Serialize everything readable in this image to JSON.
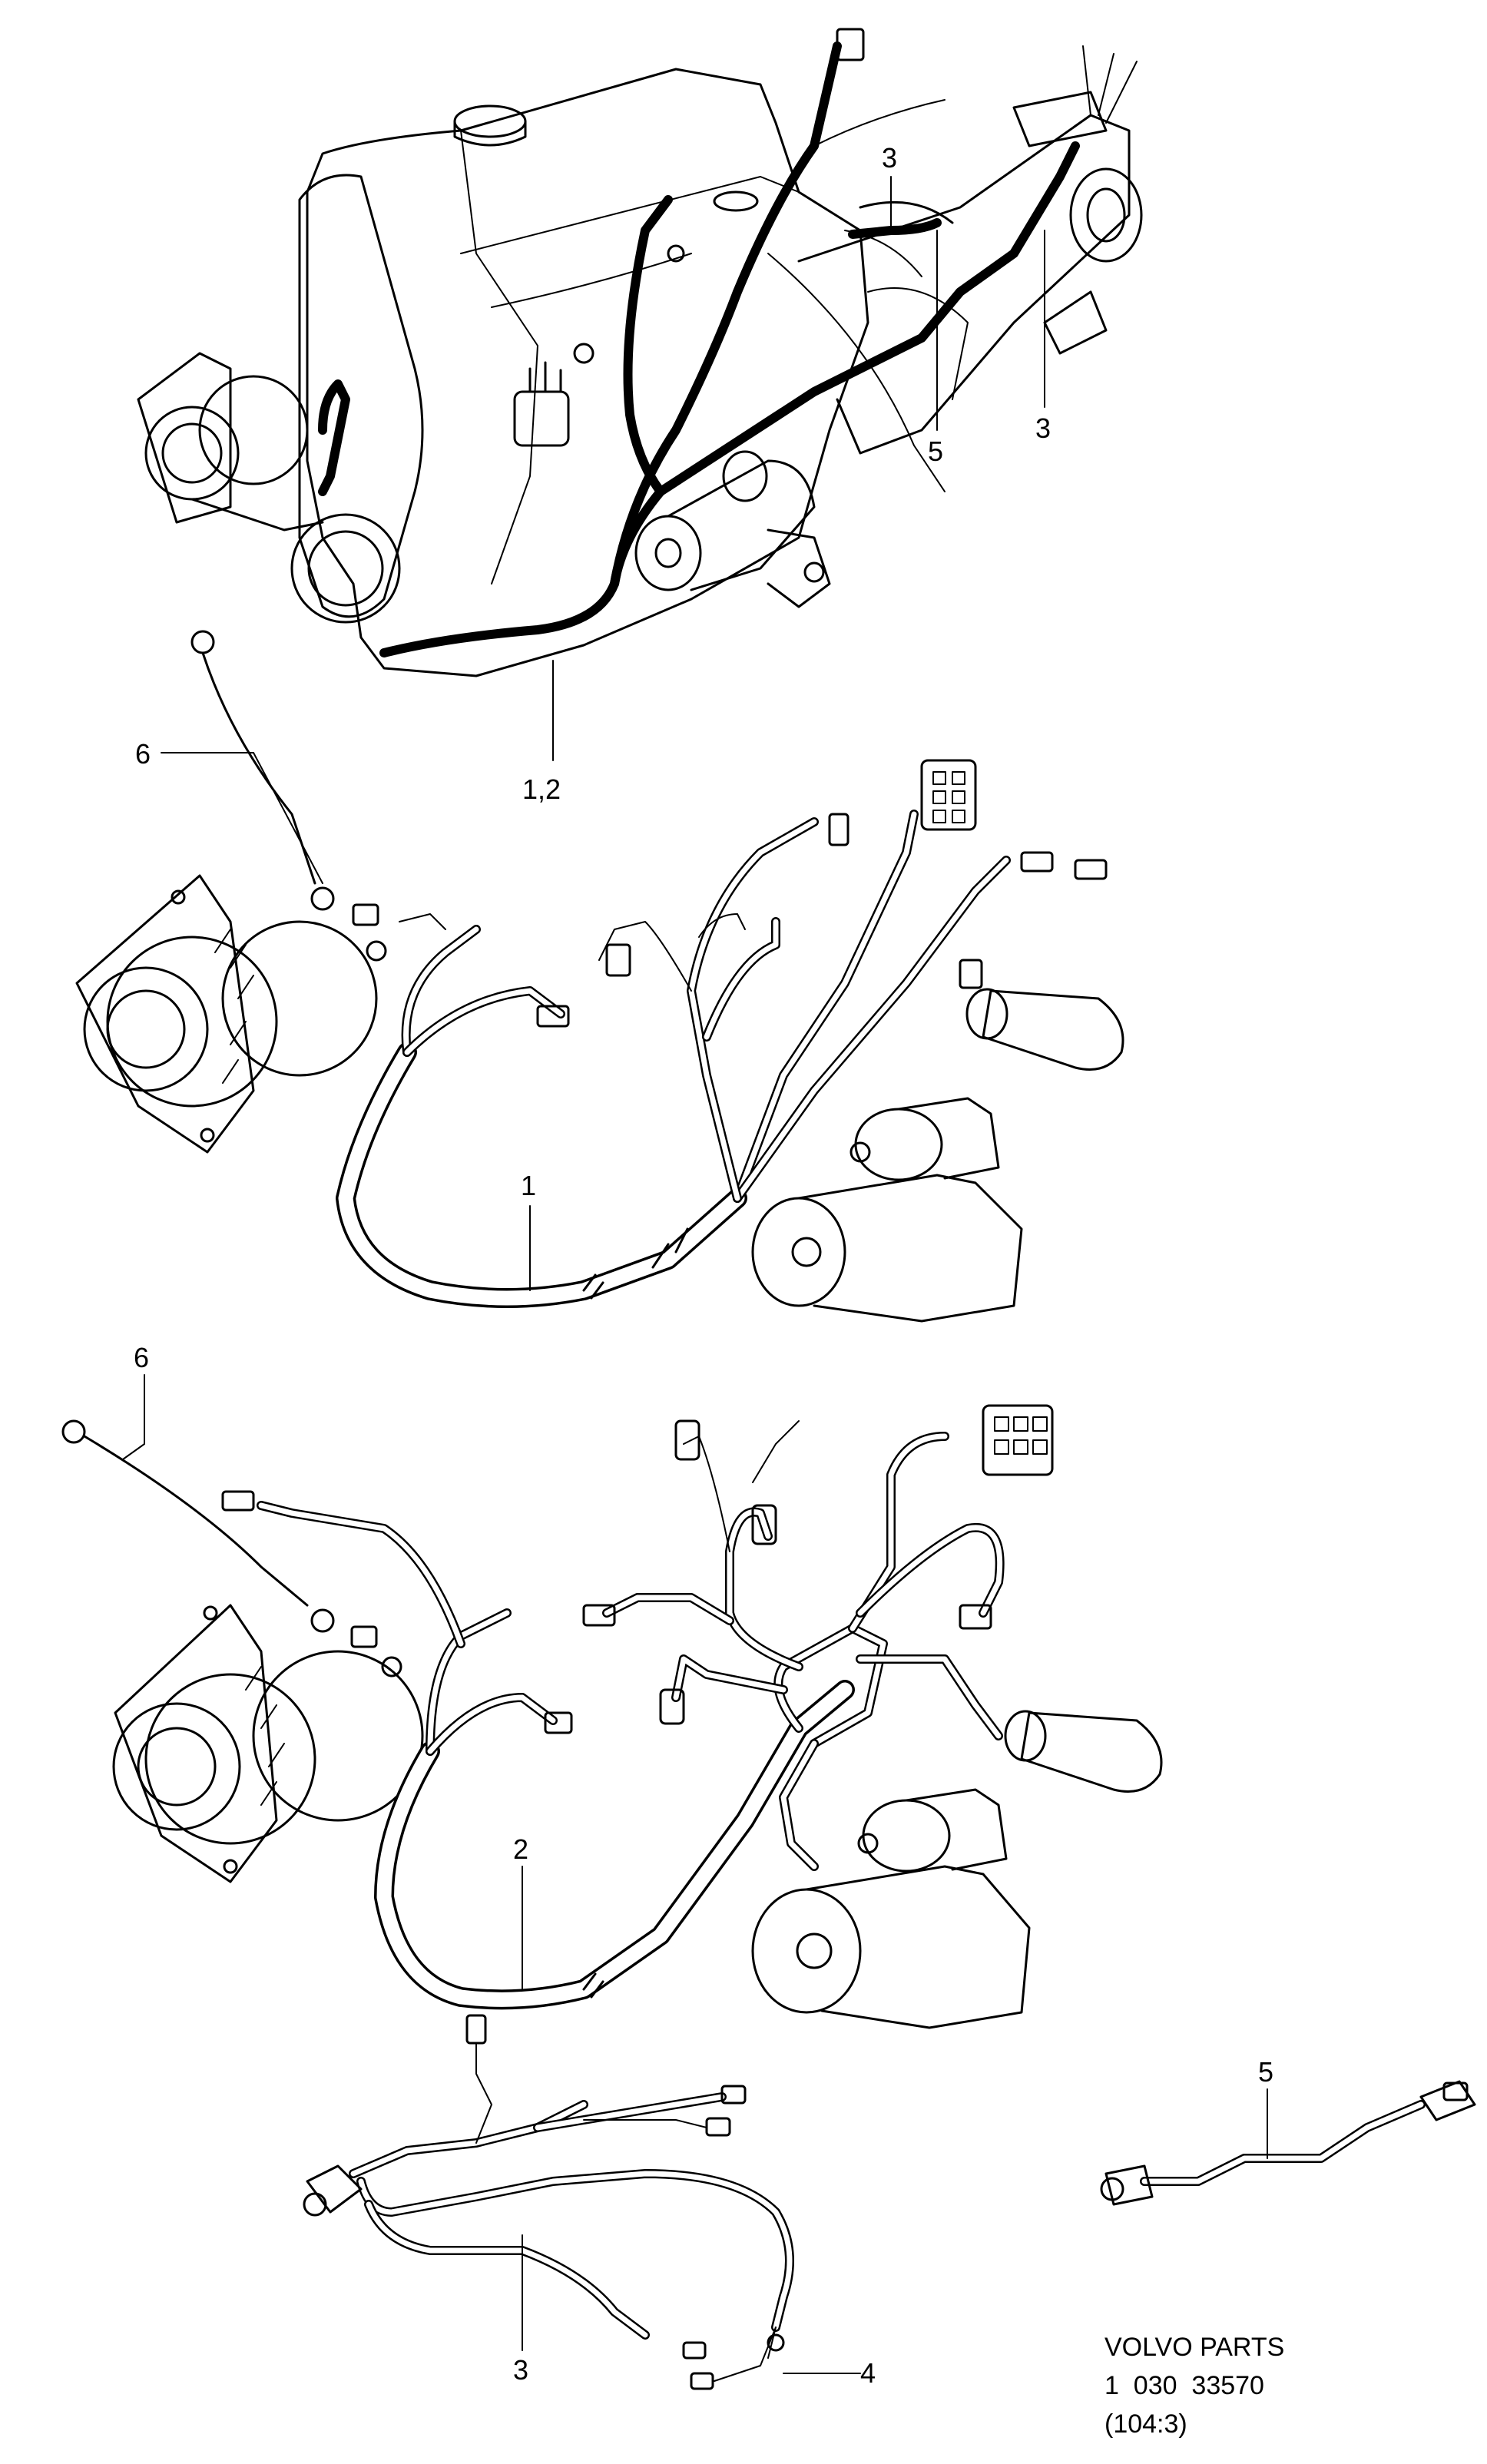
{
  "callouts": {
    "top_3a": "3",
    "top_3b": "3",
    "top_5": "5",
    "top_12": "1,2",
    "harness1_6": "6",
    "harness1_1": "1",
    "harness2_6": "6",
    "harness2_2": "2",
    "bottom_3": "3",
    "bottom_4": "4",
    "bottom_5": "5"
  },
  "footer": {
    "line1": "VOLVO PARTS",
    "line2": "1  030  33570",
    "line3": "(104:3)"
  }
}
